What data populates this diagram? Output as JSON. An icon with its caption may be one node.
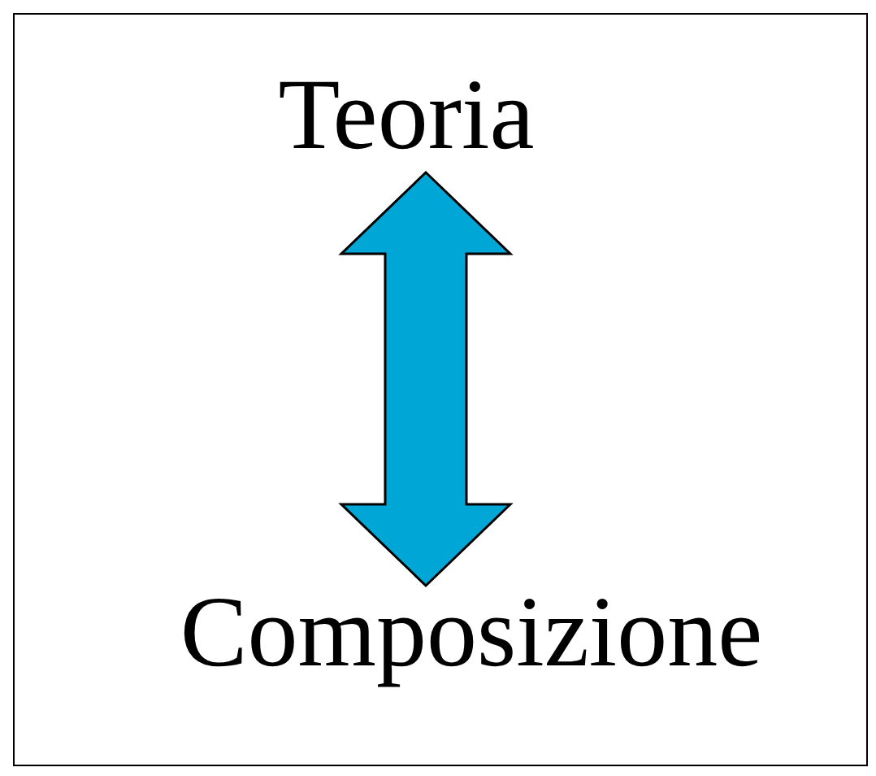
{
  "diagram": {
    "nodes": [
      {
        "text": [
          "Teoria"
        ]
      },
      {
        "text": [
          "Composizione"
        ]
      }
    ],
    "edges": [
      {
        "from": 0,
        "to": 1,
        "arrow": "both",
        "style": "thick",
        "color": "#00a6d6"
      }
    ]
  }
}
